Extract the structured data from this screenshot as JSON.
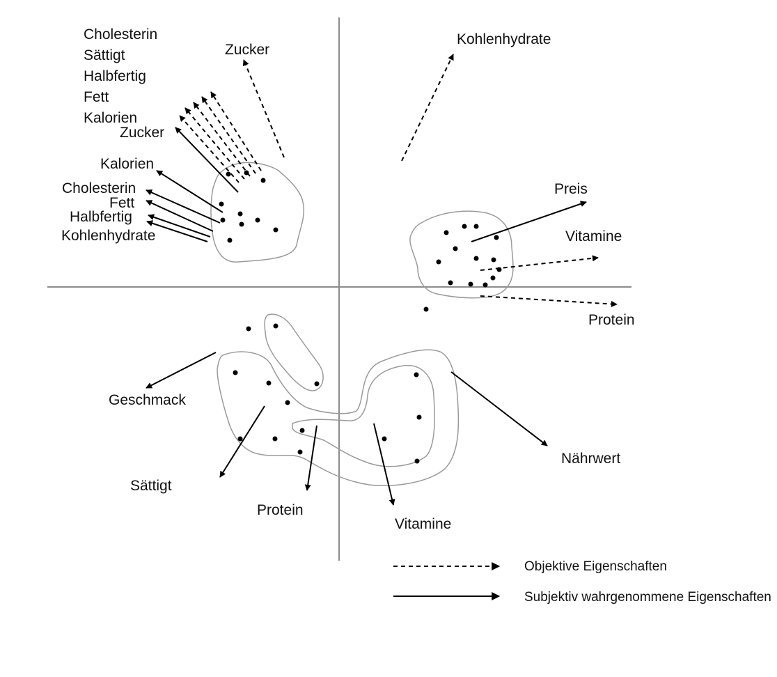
{
  "labels": {
    "top_left_objective": [
      "Cholesterin",
      "Sättigt",
      "Halbfertig",
      "Fett",
      "Kalorien"
    ],
    "zucker_objective": "Zucker",
    "zucker_subjective": "Zucker",
    "kalorien_subjective": "Kalorien",
    "cholesterin_subjective": "Cholesterin",
    "fett_subjective": "Fett",
    "halbfertig_subjective": "Halbfertig",
    "kohlenhydrate_subjective": "Kohlenhydrate",
    "kohlenhydrate_objective": "Kohlenhydrate",
    "preis": "Preis",
    "vitamine_objective": "Vitamine",
    "protein_objective": "Protein",
    "geschmack": "Geschmack",
    "saettigt": "Sättigt",
    "protein_subjective": "Protein",
    "vitamine_subjective": "Vitamine",
    "naehrwert": "Nährwert"
  },
  "legend": {
    "objective": "Objektive Eigenschaften",
    "subjective": "Subjektiv wahrgenommene Eigenschaften"
  },
  "colors": {
    "axis": "#8c8c8c",
    "cluster_outline": "#9a9a9a",
    "arrow": "#000000"
  }
}
